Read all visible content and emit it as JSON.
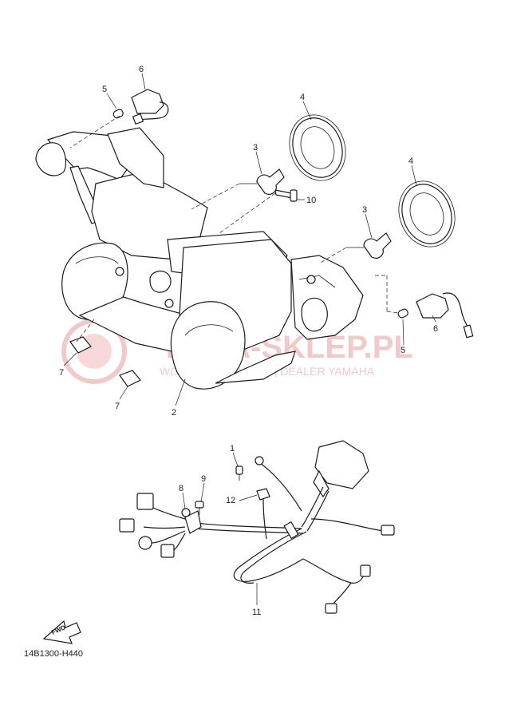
{
  "diagram_code": "14B1300-H440",
  "fwd_label": "FWD",
  "watermark": {
    "title": "YAMA-SKLEP.PL",
    "subtitle": "WOJCIECH NOWICKI | DEALER YAMAHA"
  },
  "callouts": {
    "c1": "1",
    "c2": "2",
    "c3a": "3",
    "c3b": "3",
    "c4a": "4",
    "c4b": "4",
    "c5a": "5",
    "c5b": "5",
    "c6a": "6",
    "c6b": "6",
    "c7a": "7",
    "c7b": "7",
    "c8": "8",
    "c9": "9",
    "c10": "10",
    "c11": "11",
    "c12": "12"
  }
}
